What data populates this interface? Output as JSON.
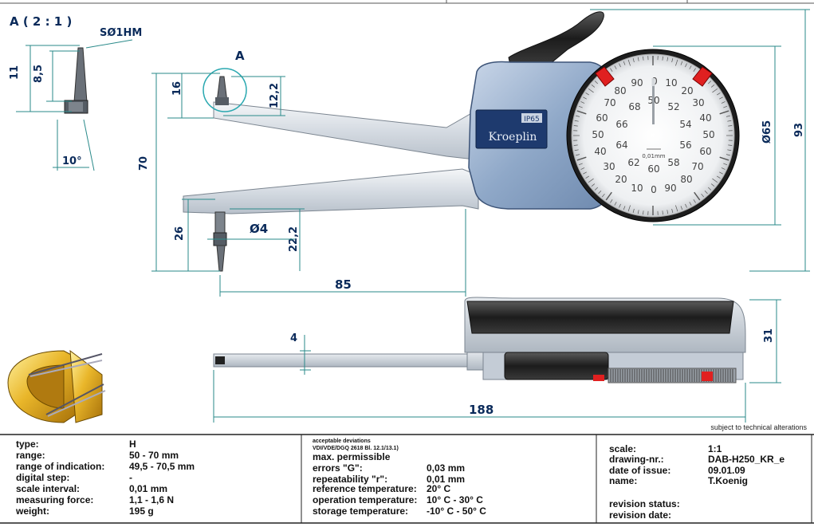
{
  "detail_view": {
    "title": "A ( 2 : 1 )",
    "tip_label": "SØ1HM",
    "dim_11": "11",
    "dim_8_5": "8,5",
    "dim_angle": "10°"
  },
  "front_view": {
    "marker_a": "A",
    "dim_16": "16",
    "dim_12_2": "12,2",
    "dim_70": "70",
    "dim_26": "26",
    "dim_22_2": "22,2",
    "dim_phi4": "Ø4",
    "dim_85": "85",
    "dim_65": "Ø65",
    "dim_93": "93",
    "brand": "Kroeplin",
    "ip_label": "IP65"
  },
  "dial": {
    "outer_left": [
      "90",
      "80",
      "70",
      "60",
      "50",
      "40",
      "30",
      "20",
      "10"
    ],
    "outer_right": [
      "10",
      "20",
      "30",
      "40",
      "50",
      "60",
      "70",
      "80",
      "90"
    ],
    "top_zero": "0",
    "bottom_zero": "0",
    "inner_numbers": [
      "68",
      "66",
      "64",
      "62",
      "60",
      "58",
      "56",
      "54",
      "52",
      "50"
    ],
    "unit": "0,01mm"
  },
  "side_view": {
    "dim_4": "4",
    "dim_31": "31",
    "dim_188": "188"
  },
  "note": "subject to technical alterations",
  "specs": [
    {
      "label": "type:",
      "value": "H"
    },
    {
      "label": "range:",
      "value": "50 - 70 mm"
    },
    {
      "label": "range of indication:",
      "value": "49,5 - 70,5 mm"
    },
    {
      "label": "digital step:",
      "value": "-"
    },
    {
      "label": "scale interval:",
      "value": "0,01 mm"
    },
    {
      "label": "measuring force:",
      "value": "1,1 - 1,6 N"
    },
    {
      "label": "weight:",
      "value": "195 g"
    }
  ],
  "deviations": {
    "heading": "acceptable deviations",
    "standard": "VDI/VDE/DGQ 2618 Bl. 12.1/13.1)",
    "title": "max. permissible",
    "rows": [
      {
        "label": "errors \"G\":",
        "value": "0,03 mm"
      },
      {
        "label": "repeatability \"r\":",
        "value": "0,01 mm"
      },
      {
        "label": "reference temperature:",
        "value": "20° C"
      },
      {
        "label": "operation temperature:",
        "value": "10° C - 30° C"
      },
      {
        "label": "storage temperature:",
        "value": "-10° C - 50° C"
      }
    ]
  },
  "drawing_info": [
    {
      "label": "scale:",
      "value": "1:1"
    },
    {
      "label": "drawing-nr.:",
      "value": "DAB-H250_KR_e"
    },
    {
      "label": "date of issue:",
      "value": "09.01.09"
    },
    {
      "label": "name:",
      "value": "T.Koenig"
    }
  ],
  "revision": {
    "status_label": "revision status:",
    "date_label": "revision date:"
  },
  "colors": {
    "dimension": "#0a2a5a",
    "dim_line": "#2a8a8a",
    "body_blue": "#8fa8c8",
    "label_navy": "#1e3a6e",
    "marker_red": "#e02020"
  }
}
